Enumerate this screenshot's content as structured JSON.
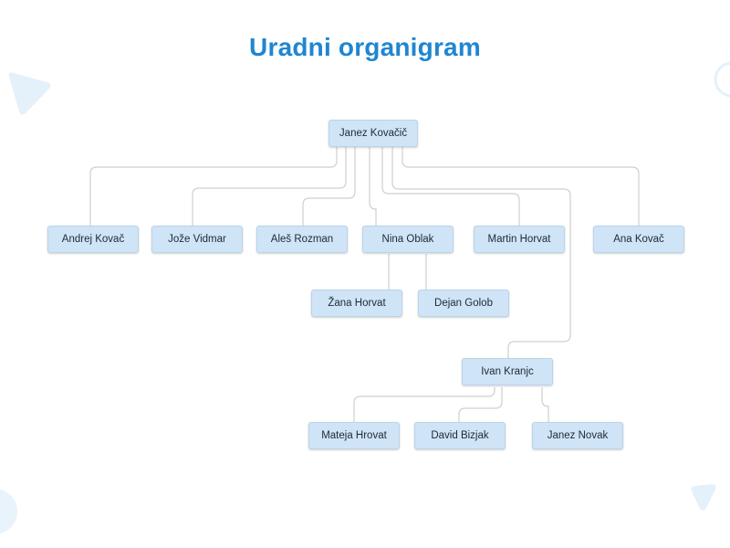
{
  "title": "Uradni organigram",
  "nodes": {
    "root": "Janez Kovačič",
    "andrej": "Andrej Kovač",
    "joze": "Jože Vidmar",
    "ales": "Aleš Rozman",
    "nina": "Nina Oblak",
    "martin": "Martin Horvat",
    "ana": "Ana Kovač",
    "zana": "Žana Horvat",
    "dejan": "Dejan Golob",
    "ivan": "Ivan Kranjc",
    "mateja": "Mateja Hrovat",
    "david": "David Bizjak",
    "janezn": "Janez Novak"
  },
  "colors": {
    "title": "#1f86d1",
    "node_fill": "#cfe4f7",
    "connector": "#cfcfcf",
    "decoration": "#e3f0fa"
  }
}
